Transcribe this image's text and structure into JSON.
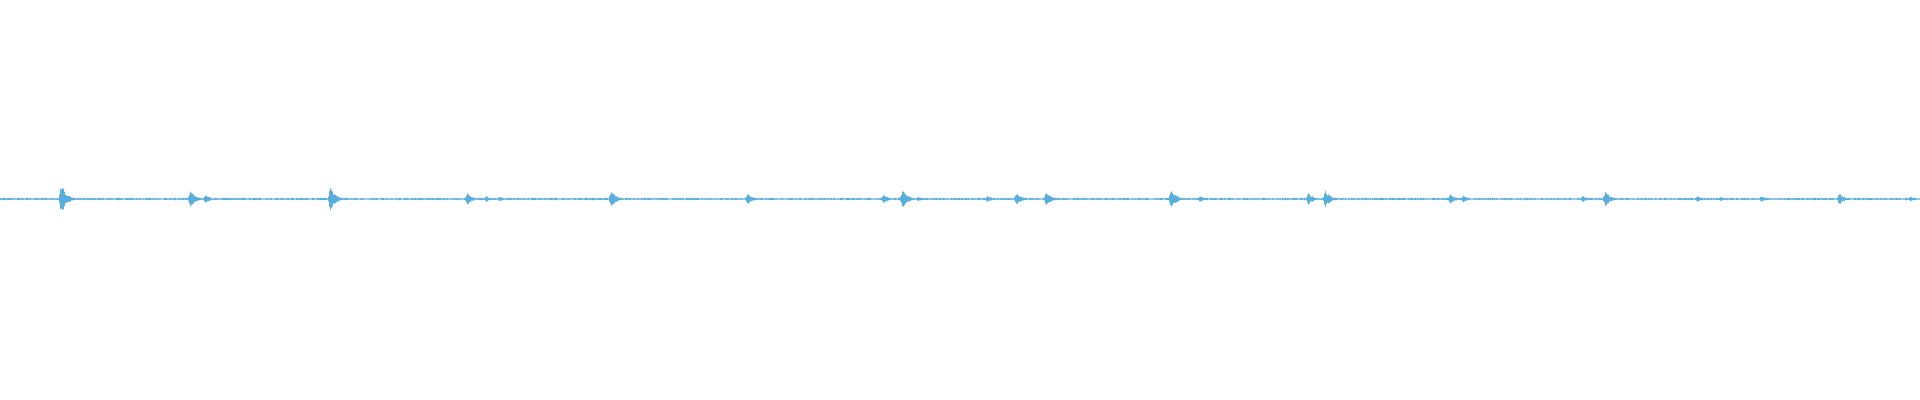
{
  "waveform": {
    "color": "#5aaedc",
    "baseline_color": "#6bb8e2",
    "amplitude_scale": 1.0,
    "peaks": [
      {
        "t": 0.032,
        "amp": 0.13
      },
      {
        "t": 0.099,
        "amp": 0.07
      },
      {
        "t": 0.107,
        "amp": 0.04
      },
      {
        "t": 0.172,
        "amp": 0.1
      },
      {
        "t": 0.243,
        "amp": 0.05
      },
      {
        "t": 0.253,
        "amp": 0.025
      },
      {
        "t": 0.26,
        "amp": 0.02
      },
      {
        "t": 0.318,
        "amp": 0.07
      },
      {
        "t": 0.389,
        "amp": 0.05
      },
      {
        "t": 0.46,
        "amp": 0.04
      },
      {
        "t": 0.47,
        "amp": 0.08
      },
      {
        "t": 0.478,
        "amp": 0.02
      },
      {
        "t": 0.514,
        "amp": 0.025
      },
      {
        "t": 0.529,
        "amp": 0.05
      },
      {
        "t": 0.545,
        "amp": 0.06
      },
      {
        "t": 0.61,
        "amp": 0.08
      },
      {
        "t": 0.625,
        "amp": 0.025
      },
      {
        "t": 0.681,
        "amp": 0.05
      },
      {
        "t": 0.69,
        "amp": 0.07
      },
      {
        "t": 0.755,
        "amp": 0.04
      },
      {
        "t": 0.762,
        "amp": 0.03
      },
      {
        "t": 0.824,
        "amp": 0.03
      },
      {
        "t": 0.836,
        "amp": 0.07
      },
      {
        "t": 0.884,
        "amp": 0.025
      },
      {
        "t": 0.896,
        "amp": 0.02
      },
      {
        "t": 0.917,
        "amp": 0.03
      },
      {
        "t": 0.958,
        "amp": 0.05
      },
      {
        "t": 0.995,
        "amp": 0.02
      }
    ]
  }
}
